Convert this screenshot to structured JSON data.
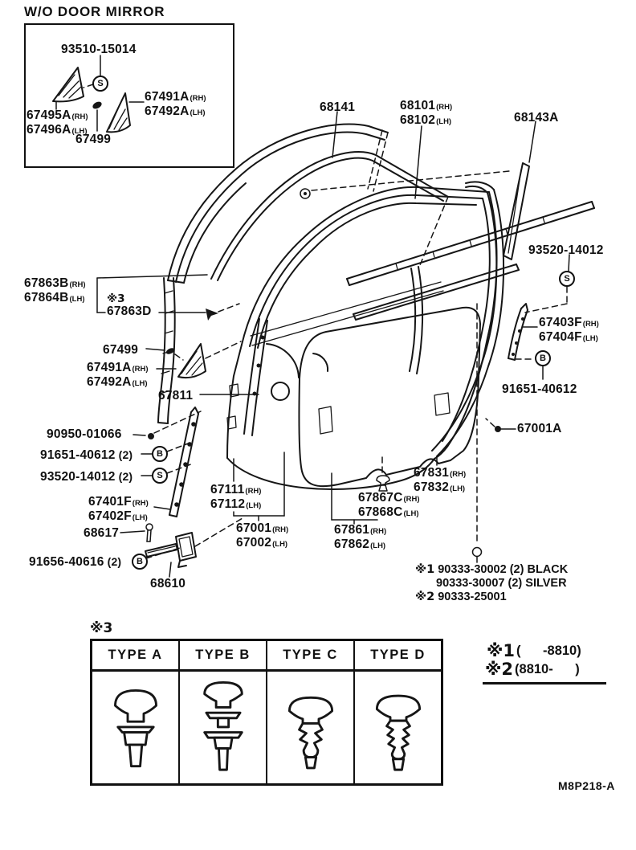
{
  "title": "W/O DOOR MIRROR",
  "footer_code": "M8P218-A",
  "symbols": {
    "screw": "S",
    "bolt": "B"
  },
  "suffix": {
    "rh": "(RH)",
    "lh": "(LH)",
    "qty2": "(2)"
  },
  "parts": {
    "n93510_15014": "93510-15014",
    "n67491A": "67491A",
    "n67492A": "67492A",
    "n67495A": "67495A",
    "n67496A": "67496A",
    "n67499": "67499",
    "n68141": "68141",
    "n68101": "68101",
    "n68102": "68102",
    "n68143A": "68143A",
    "n93520_14012": "93520-14012",
    "n67403F": "67403F",
    "n67404F": "67404F",
    "n91651_40612": "91651-40612",
    "n67001A": "67001A",
    "n67863B": "67863B",
    "n67864B": "67864B",
    "n67863D": "67863D",
    "n67811": "67811",
    "n90950_01066": "90950-01066",
    "n67401F": "67401F",
    "n67402F": "67402F",
    "n68617": "68617",
    "n91656_40616": "91656-40616",
    "n68610": "68610",
    "n67111": "67111",
    "n67112": "67112",
    "n67001": "67001",
    "n67002": "67002",
    "n67831": "67831",
    "n67832": "67832",
    "n67867C": "67867C",
    "n67868C": "67868C",
    "n67861": "67861",
    "n67862": "67862"
  },
  "notes": {
    "mark1": "※1",
    "mark2": "※2",
    "mark3": "※3",
    "note1_part": "90333-30002",
    "note1_qty": "(2)",
    "note1_color": "BLACK",
    "note2_part": "90333-30007",
    "note2_qty": "(2)",
    "note2_color": "SILVER",
    "note3_part": "90333-25001",
    "app1_range": "(      -8810)",
    "app2_range": "(8810-      )"
  },
  "clip_table": {
    "mark": "※3",
    "columns": [
      "TYPE A",
      "TYPE B",
      "TYPE C",
      "TYPE D"
    ]
  }
}
